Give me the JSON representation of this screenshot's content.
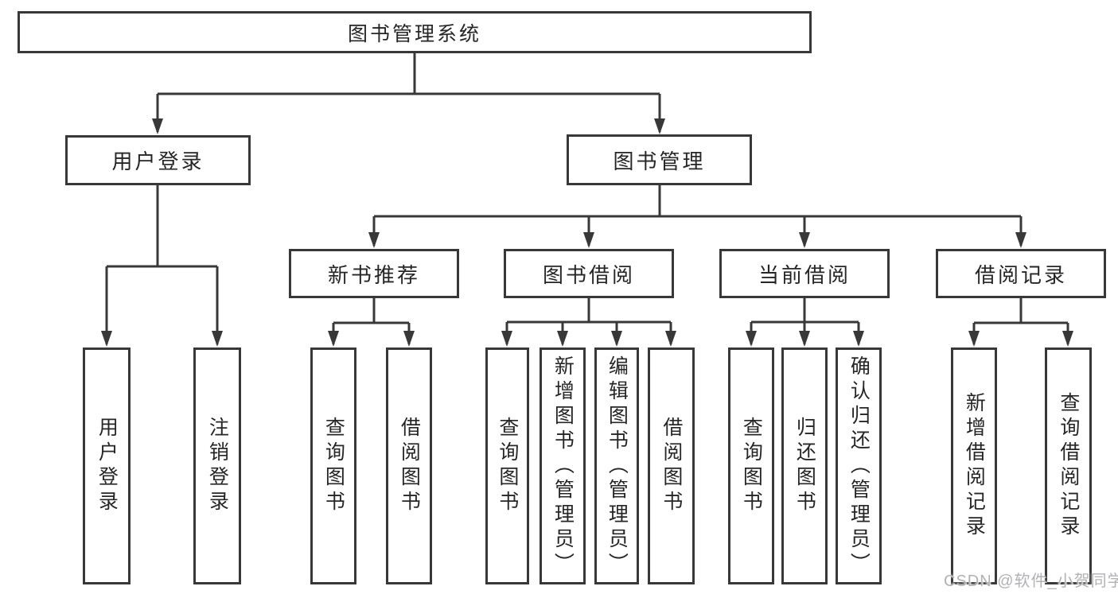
{
  "tree": {
    "label": "图书管理系统",
    "children": [
      {
        "label": "用户登录",
        "children": [
          {
            "label": "用户登录"
          },
          {
            "label": "注销登录"
          }
        ]
      },
      {
        "label": "图书管理",
        "children": [
          {
            "label": "新书推荐",
            "children": [
              {
                "label": "查询图书"
              },
              {
                "label": "借阅图书"
              }
            ]
          },
          {
            "label": "图书借阅",
            "children": [
              {
                "label": "查询图书"
              },
              {
                "label": "新增图书（管理员）"
              },
              {
                "label": "编辑图书（管理员）"
              },
              {
                "label": "借阅图书"
              }
            ]
          },
          {
            "label": "当前借阅",
            "children": [
              {
                "label": "查询图书"
              },
              {
                "label": "归还图书"
              },
              {
                "label": "确认归还（管理员）"
              }
            ]
          },
          {
            "label": "借阅记录",
            "children": [
              {
                "label": "新增借阅记录"
              },
              {
                "label": "查询借阅记录"
              }
            ]
          }
        ]
      }
    ]
  },
  "watermark": "CSDN @软件_小贺同学",
  "colors": {
    "line": "#383838",
    "border": "#383838",
    "text": "#262626",
    "watermark": "#b2b2b6",
    "background": "#ffffff"
  }
}
